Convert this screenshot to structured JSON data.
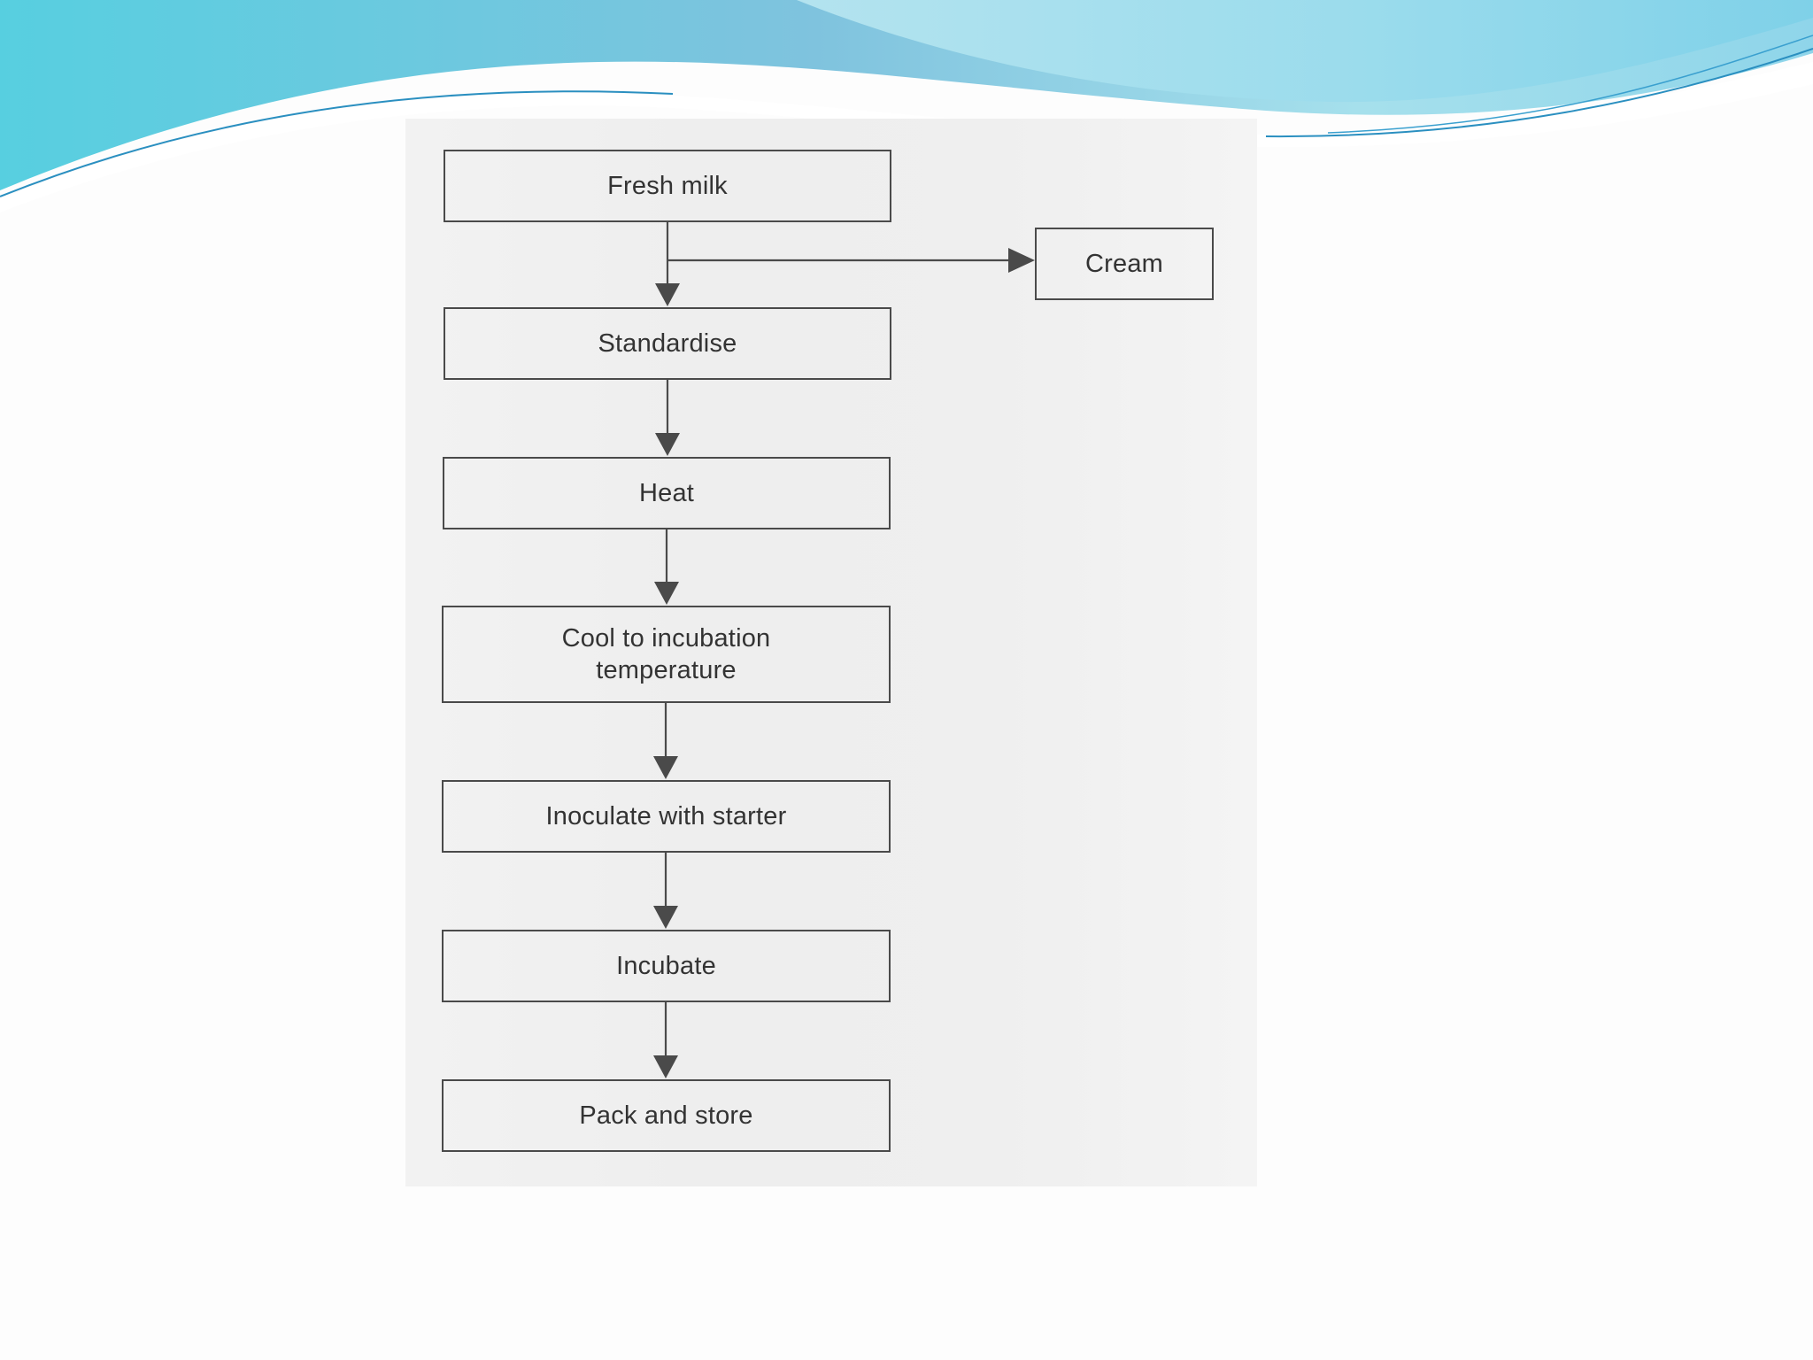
{
  "theme": {
    "wave_dark": "#5ec3dd",
    "wave_light": "#a8e2ee",
    "wave_accent": "#2a8fc0",
    "line_color": "#4a4a4a",
    "text_color": "#333333"
  },
  "flowchart": {
    "nodes": {
      "fresh_milk": "Fresh milk",
      "standardise": "Standardise",
      "heat": "Heat",
      "cool": "Cool to incubation\ntemperature",
      "inoculate": "Inoculate with starter",
      "incubate": "Incubate",
      "pack": "Pack and store",
      "cream": "Cream"
    },
    "edges": [
      [
        "fresh_milk",
        "standardise"
      ],
      [
        "fresh_milk",
        "cream"
      ],
      [
        "standardise",
        "heat"
      ],
      [
        "heat",
        "cool"
      ],
      [
        "cool",
        "inoculate"
      ],
      [
        "inoculate",
        "incubate"
      ],
      [
        "incubate",
        "pack"
      ]
    ]
  }
}
